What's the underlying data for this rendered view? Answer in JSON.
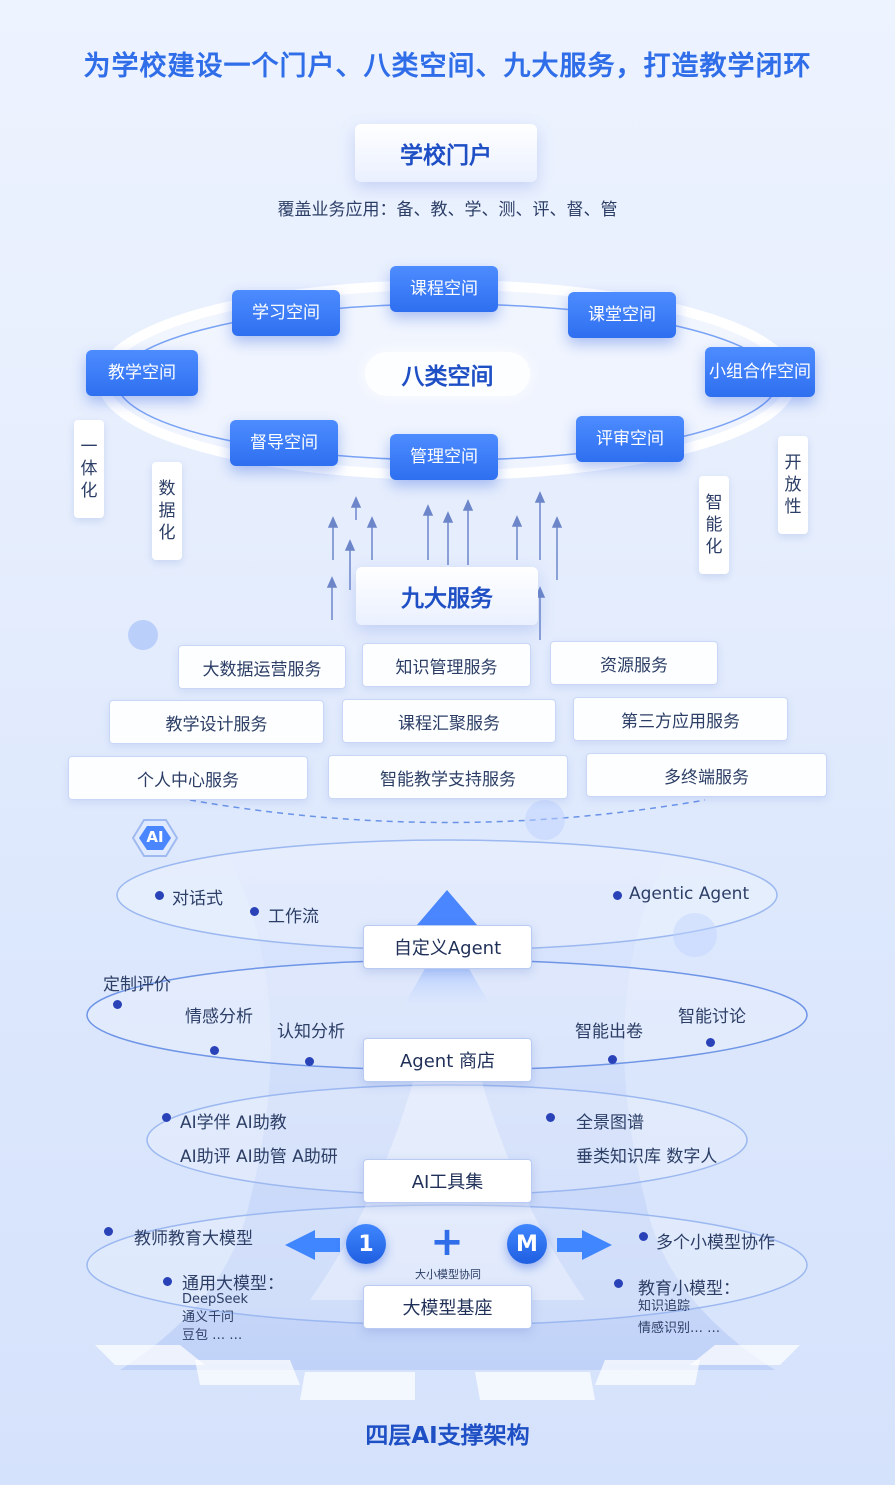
{
  "title": "为学校建设一个门户、八类空间、九大服务，打造教学闭环",
  "portal": {
    "title": "学校门户",
    "subtitle": "覆盖业务应用：备、教、学、测、评、督、管"
  },
  "spaces": {
    "center": "八类空间",
    "items": [
      "教学空间",
      "学习空间",
      "课程空间",
      "课堂空间",
      "小组合作空间",
      "督导空间",
      "管理空间",
      "评审空间"
    ]
  },
  "side_tags": [
    "一体化",
    "数据化",
    "智能化",
    "开放性"
  ],
  "services": {
    "title": "九大服务",
    "items": [
      "大数据运营服务",
      "知识管理服务",
      "资源服务",
      "教学设计服务",
      "课程汇聚服务",
      "第三方应用服务",
      "个人中心服务",
      "智能教学支持服务",
      "多终端服务"
    ]
  },
  "ai": {
    "badge": "AI",
    "layers": {
      "agent": {
        "box": "自定义Agent",
        "labels": [
          "对话式",
          "工作流",
          "Agentic Agent"
        ]
      },
      "store": {
        "box": "Agent 商店",
        "labels": [
          "定制评价",
          "情感分析",
          "认知分析",
          "智能出卷",
          "智能讨论"
        ]
      },
      "tools": {
        "box": "AI工具集",
        "labels": [
          "AI学伴 AI助教",
          "AI助评 AI助管 A助研",
          "全景图谱",
          "垂类知识库 数字人"
        ]
      },
      "base": {
        "box": "大模型基座",
        "left_title": "教师教育大模型",
        "general_title": "通用大模型：",
        "general_items": [
          "DeepSeek",
          "通义千问",
          "豆包 … …"
        ],
        "right_title": "多个小模型协作",
        "edu_title": "教育小模型：",
        "edu_items": [
          "知识追踪",
          "情感识别… …"
        ],
        "badge_one": "1",
        "badge_m": "M",
        "plus": "+",
        "plus_caption": "大小模型协同"
      }
    },
    "footer": "四层AI支撑架构"
  },
  "colors": {
    "accent": "#2f6ee8",
    "title_blue": "#1e4fc4",
    "tag_blue": "#3579f6",
    "dot": "#2942b8"
  }
}
